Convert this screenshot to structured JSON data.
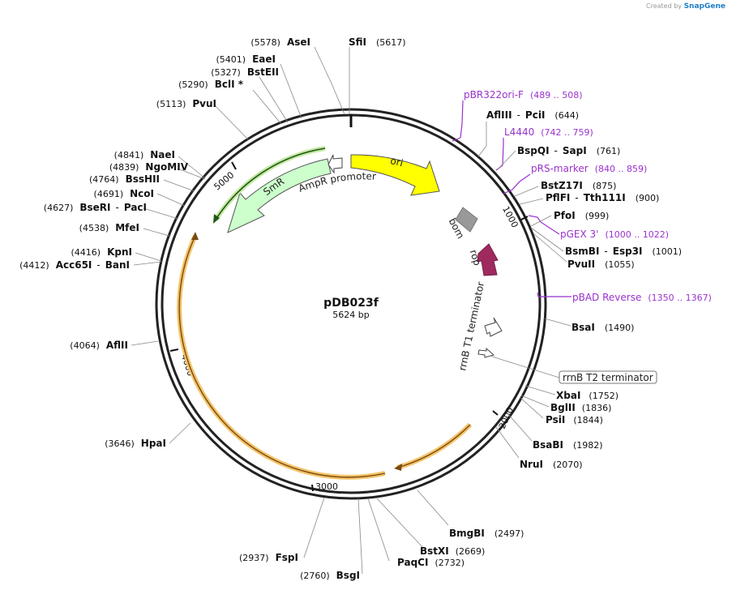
{
  "credit": {
    "prefix": "Created by",
    "brand": "SnapGene"
  },
  "plasmid": {
    "name": "pDB023f",
    "size_label": "5624 bp",
    "length": 5624
  },
  "ticks": [
    "1000",
    "2000",
    "3000",
    "4000",
    "5000"
  ],
  "features": {
    "ori": "ori",
    "smr": "SmR",
    "ampr_promoter": "AmpR promoter",
    "bom": "bom",
    "rop": "rop",
    "rrnb_t1": "rrnB T1 terminator",
    "rrnb_t2": "rrnB T2 terminator"
  },
  "primers": [
    {
      "name": "pBR322ori-F",
      "range": "(489 .. 508)"
    },
    {
      "name": "L4440",
      "range": "(742 .. 759)"
    },
    {
      "name": "pRS-marker",
      "range": "(840 .. 859)"
    },
    {
      "name": "pGEX 3'",
      "range": "(1000 .. 1022)"
    },
    {
      "name": "pBAD Reverse",
      "range": "(1350 .. 1367)"
    }
  ],
  "sites": [
    {
      "enzyme": "SfiI",
      "pos": "(5617)"
    },
    {
      "enzyme": "AseI",
      "pos": "(5578)"
    },
    {
      "enzyme": "EaeI",
      "pos": "(5401)"
    },
    {
      "enzyme": "BstEII",
      "pos": "(5327)"
    },
    {
      "enzyme": "BclI *",
      "pos": "(5290)"
    },
    {
      "enzyme": "PvuI",
      "pos": "(5113)"
    },
    {
      "enzyme": "NaeI",
      "pos": "(4841)"
    },
    {
      "enzyme": "NgoMIV",
      "pos": "(4839)"
    },
    {
      "enzyme": "BssHII",
      "pos": "(4764)"
    },
    {
      "enzyme": "NcoI",
      "pos": "(4691)"
    },
    {
      "enzyme": "BseRI",
      "enzyme2": "PacI",
      "pos": "(4627)"
    },
    {
      "enzyme": "MfeI",
      "pos": "(4538)"
    },
    {
      "enzyme": "KpnI",
      "pos": "(4416)"
    },
    {
      "enzyme": "Acc65I",
      "enzyme2": "BanI",
      "pos": "(4412)"
    },
    {
      "enzyme": "AflII",
      "pos": "(4064)"
    },
    {
      "enzyme": "HpaI",
      "pos": "(3646)"
    },
    {
      "enzyme": "FspI",
      "pos": "(2937)"
    },
    {
      "enzyme": "BsgI",
      "pos": "(2760)"
    },
    {
      "enzyme": "PaqCI",
      "pos": "(2732)"
    },
    {
      "enzyme": "BstXI",
      "pos": "(2669)"
    },
    {
      "enzyme": "BmgBI",
      "pos": "(2497)"
    },
    {
      "enzyme": "NruI",
      "pos": "(2070)"
    },
    {
      "enzyme": "BsaBI",
      "pos": "(1982)"
    },
    {
      "enzyme": "PsiI",
      "pos": "(1844)"
    },
    {
      "enzyme": "BglII",
      "pos": "(1836)"
    },
    {
      "enzyme": "XbaI",
      "pos": "(1752)"
    },
    {
      "enzyme": "BsaI",
      "pos": "(1490)"
    },
    {
      "enzyme": "PvuII",
      "pos": "(1055)"
    },
    {
      "enzyme": "BsmBI",
      "enzyme2": "Esp3I",
      "pos": "(1001)"
    },
    {
      "enzyme": "PfoI",
      "pos": "(999)"
    },
    {
      "enzyme": "PflFI",
      "enzyme2": "Tth111I",
      "pos": "(900)"
    },
    {
      "enzyme": "BstZ17I",
      "pos": "(875)"
    },
    {
      "enzyme": "BspQI",
      "enzyme2": "SapI",
      "pos": "(761)"
    },
    {
      "enzyme": "AflIII",
      "enzyme2": "PciI",
      "pos": "(644)"
    }
  ],
  "colors": {
    "backbone": "#222222",
    "primer": "#9932cc",
    "ori_fill": "#ffff00",
    "smr_fill": "#ccffcc",
    "orf_stroke": "#f3c46a",
    "bom_fill": "#999999",
    "rop_fill": "#9e2a5e"
  }
}
